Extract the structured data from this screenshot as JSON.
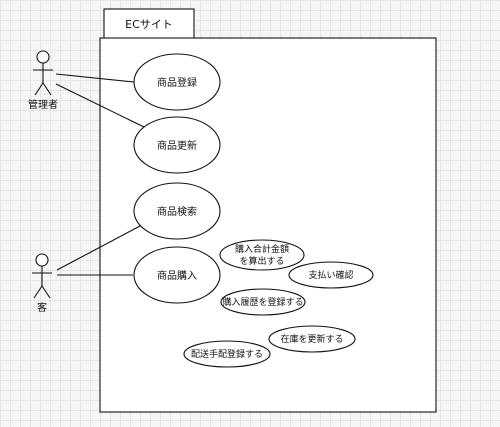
{
  "system": {
    "title": "ECサイト"
  },
  "actors": [
    {
      "id": "admin",
      "label": "管理者"
    },
    {
      "id": "customer",
      "label": "客"
    }
  ],
  "use_cases": [
    {
      "id": "register",
      "label": "商品登録"
    },
    {
      "id": "update",
      "label": "商品更新"
    },
    {
      "id": "search",
      "label": "商品検索"
    },
    {
      "id": "purchase",
      "label": "商品購入"
    },
    {
      "id": "calc_total",
      "label_lines": [
        "購入合計金額",
        "を算出する"
      ]
    },
    {
      "id": "confirm_pay",
      "label": "支払い確認"
    },
    {
      "id": "record_history",
      "label": "購入履歴を登録する"
    },
    {
      "id": "update_stock",
      "label": "在庫を更新する"
    },
    {
      "id": "arrange_ship",
      "label": "配送手配登録する"
    }
  ]
}
